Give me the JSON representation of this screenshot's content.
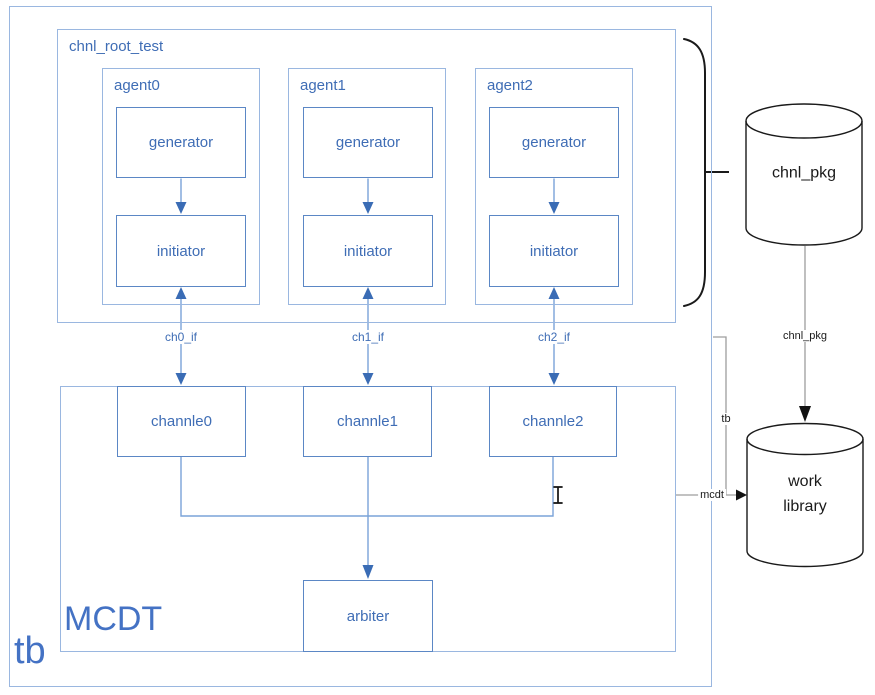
{
  "diagram": {
    "tb_label": "tb",
    "test": {
      "title": "chnl_root_test",
      "agents": [
        {
          "title": "agent0",
          "generator": "generator",
          "initiator": "initiator",
          "interface": "ch0_if"
        },
        {
          "title": "agent1",
          "generator": "generator",
          "initiator": "initiator",
          "interface": "ch1_if"
        },
        {
          "title": "agent2",
          "generator": "generator",
          "initiator": "initiator",
          "interface": "ch2_if"
        }
      ]
    },
    "mcdt": {
      "title": "MCDT",
      "channels": [
        "channle0",
        "channle1",
        "channle2"
      ],
      "arbiter": "arbiter"
    },
    "right_panel": {
      "chnl_pkg_cylinder": "chnl_pkg",
      "chnl_pkg_edge": "chnl_pkg",
      "work_library": [
        "work",
        "library"
      ],
      "tb_edge": "tb",
      "mcdt_edge": "mcdt"
    },
    "colors": {
      "accent_text_blue": "#4472c4",
      "box_border_light": "#9ab7e0",
      "box_border_medium": "#5b87c5",
      "connector_line_blue": "#7aa3d8",
      "arrowhead_blue": "#3a6cb5",
      "edge_gray": "#9d9d9d",
      "shape_black": "#1a1a1a"
    }
  }
}
